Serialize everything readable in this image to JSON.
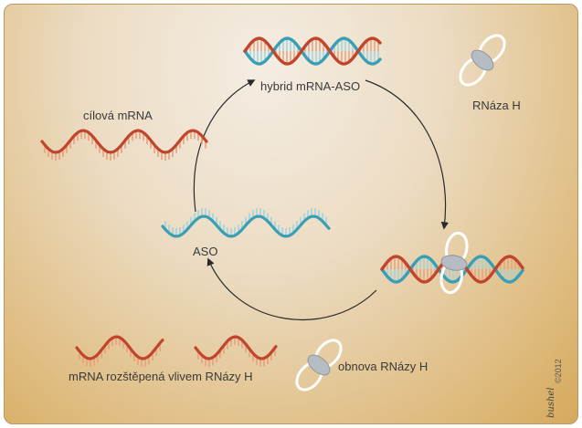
{
  "labels": {
    "target_mrna": "cílová mRNA",
    "hybrid": "hybrid mRNA-ASO",
    "rnase_h": "RNáza H",
    "aso": "ASO",
    "cleaved_mrna": "mRNA rozštěpená vlivem RNázy H",
    "rnase_renewal": "obnova RNázy H"
  },
  "copyright": "©2012",
  "signature": "bushel",
  "colors": {
    "mrna": "#c0452c",
    "mrna_light": "#e7a07d",
    "aso": "#3a9fb5",
    "aso_light": "#9fd3df",
    "enzyme": "#ffffff",
    "enzyme_core": "#b5bcc2",
    "arrow": "#2a2a2a"
  }
}
